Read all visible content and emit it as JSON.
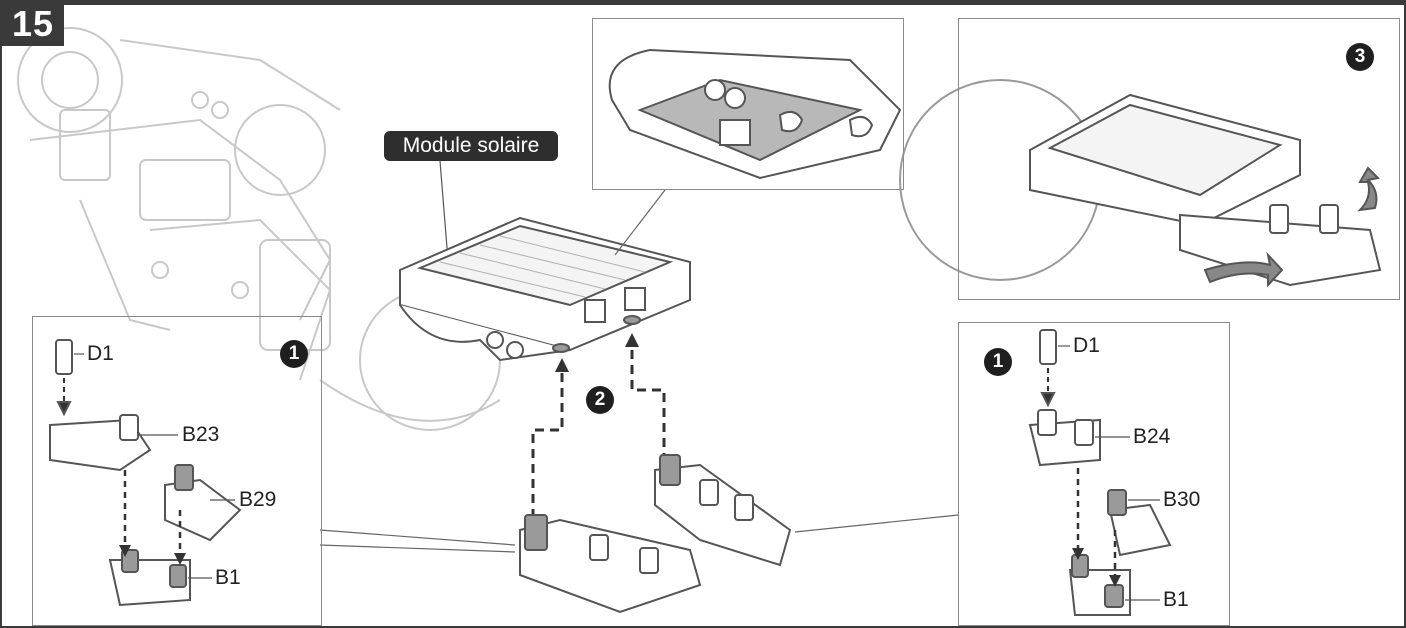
{
  "step": "15",
  "module_label": "Module solaire",
  "sub_steps": {
    "left_panel_number": "1",
    "center_number": "2",
    "top_right_number": "3",
    "right_panel_number": "1"
  },
  "left_panel_parts": {
    "d1": "D1",
    "b23": "B23",
    "b29": "B29",
    "b1": "B1"
  },
  "right_panel_parts": {
    "d1": "D1",
    "b24": "B24",
    "b30": "B30",
    "b1": "B1"
  },
  "colors": {
    "badge": "#3a3a3a",
    "line_art": "#6f6f6f",
    "shade": "#9a9a9a",
    "arrow": "#333333"
  }
}
